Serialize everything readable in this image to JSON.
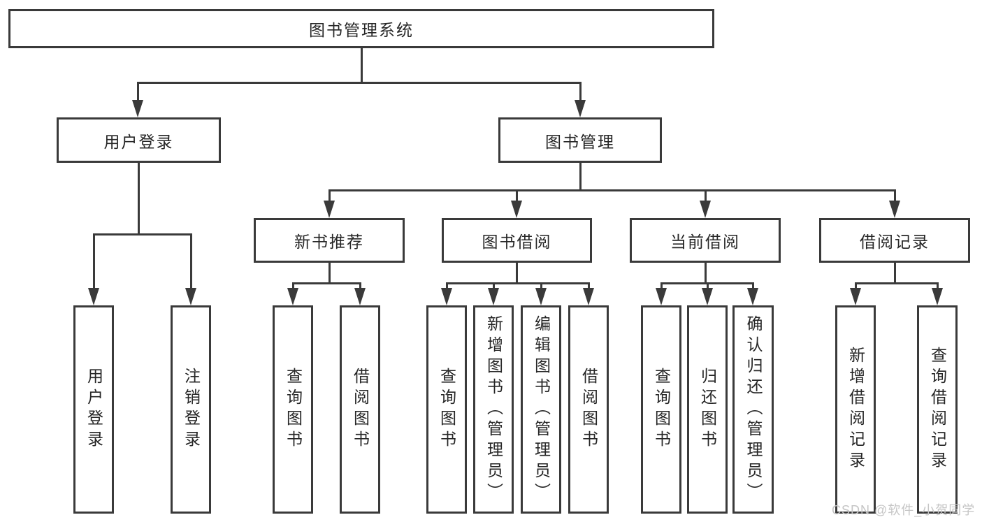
{
  "diagram": {
    "title": "图书管理系统",
    "type": "hierarchy-tree",
    "tree": {
      "label": "图书管理系统",
      "children": [
        {
          "label": "用户登录",
          "children": [
            {
              "label": "用户登录"
            },
            {
              "label": "注销登录"
            }
          ]
        },
        {
          "label": "图书管理",
          "children": [
            {
              "label": "新书推荐",
              "children": [
                {
                  "label": "查询图书"
                },
                {
                  "label": "借阅图书"
                }
              ]
            },
            {
              "label": "图书借阅",
              "children": [
                {
                  "label": "查询图书"
                },
                {
                  "label": "新增图书（管理员）"
                },
                {
                  "label": "编辑图书（管理员）"
                },
                {
                  "label": "借阅图书"
                }
              ]
            },
            {
              "label": "当前借阅",
              "children": [
                {
                  "label": "查询图书"
                },
                {
                  "label": "归还图书"
                },
                {
                  "label": "确认归还（管理员）"
                }
              ]
            },
            {
              "label": "借阅记录",
              "children": [
                {
                  "label": "新增借阅记录"
                },
                {
                  "label": "查询借阅记录"
                }
              ]
            }
          ]
        }
      ]
    }
  },
  "watermark": {
    "text": "CSDN @软件_小贺同学",
    "color": "#c5c5c5"
  },
  "colors": {
    "line": "#3a3a3a",
    "text": "#262626",
    "background": "#ffffff"
  }
}
